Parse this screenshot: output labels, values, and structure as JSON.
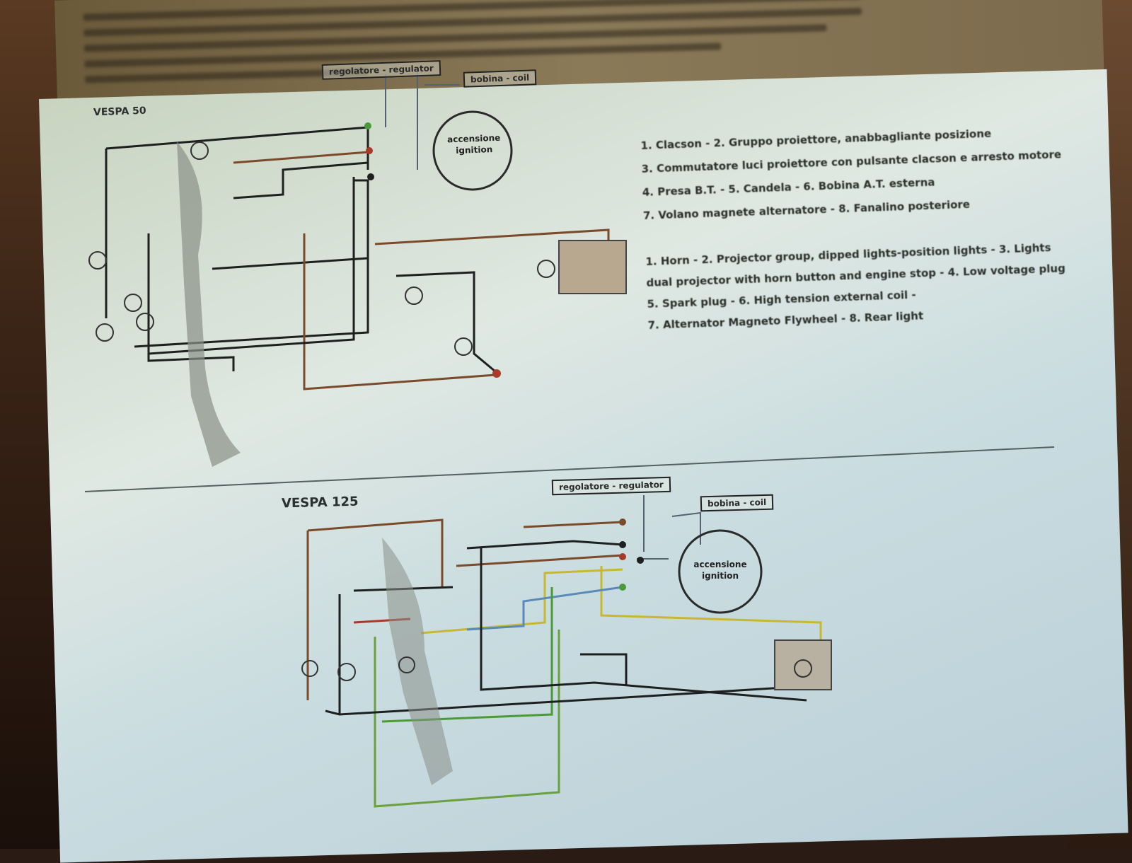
{
  "top_diagram": {
    "title": "VESPA 50",
    "regulator_label": "regolatore - regulator",
    "coil_label": "bobina - coil",
    "ignition_label": [
      "accensione",
      "ignition"
    ]
  },
  "legend": {
    "italian": [
      "1. Clacson - 2. Gruppo proiettore, anabbagliante posizione",
      "3. Commutatore luci proiettore con pulsante clacson e arresto motore",
      "4. Presa B.T. - 5. Candela - 6. Bobina A.T. esterna",
      "7. Volano magnete alternatore - 8. Fanalino posteriore"
    ],
    "english": [
      "1. Horn - 2. Projector group, dipped lights-position lights - 3. Lights",
      "dual projector with horn button and engine stop - 4. Low voltage plug",
      "5. Spark plug - 6. High tension external coil -",
      "7. Alternator Magneto Flywheel - 8. Rear light"
    ]
  },
  "bottom_diagram": {
    "title": "VESPA 125",
    "regulator_label": "regolatore - regulator",
    "coil_label": "bobina - coil",
    "ignition_label": [
      "accensione",
      "ignition"
    ]
  },
  "colors": {
    "wire_black": "#1e2020",
    "wire_brown": "#7a4a2a",
    "wire_red": "#a83a2a",
    "wire_green": "#4a9a3a",
    "wire_yellow": "#c8b830",
    "wire_blue": "#5a8ab8"
  }
}
